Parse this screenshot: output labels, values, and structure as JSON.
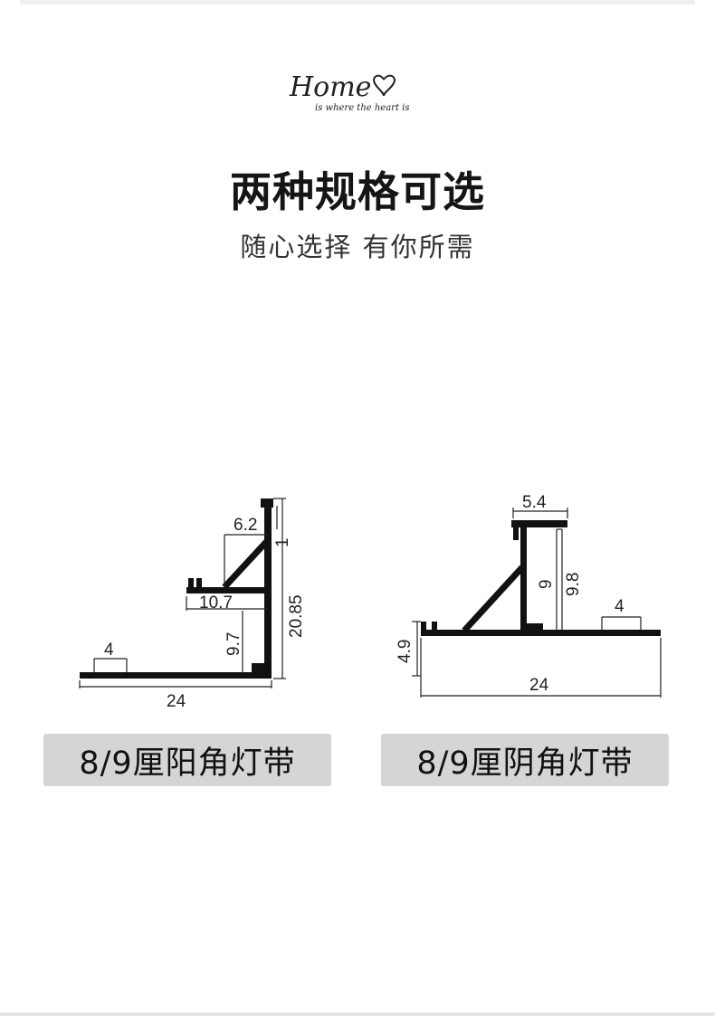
{
  "logo": {
    "word": "Home",
    "tagline": "is where the heart is"
  },
  "title": "两种规格可选",
  "subtitle": "随心选择 有你所需",
  "left_profile": {
    "label": "8/9厘阳角灯带",
    "dims": {
      "a": "6.2",
      "b": "10.7",
      "c": "9.7",
      "d": "20.85",
      "e": "4",
      "f": "24",
      "g": "1"
    }
  },
  "right_profile": {
    "label": "8/9厘阴角灯带",
    "dims": {
      "a": "5.4",
      "b": "9",
      "c": "9.8",
      "d": "4",
      "e": "4.9",
      "f": "24"
    }
  }
}
